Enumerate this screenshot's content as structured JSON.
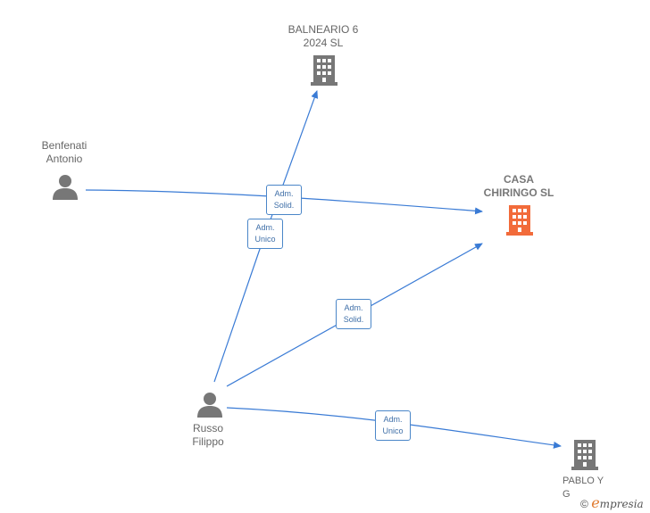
{
  "nodes": {
    "balneario": {
      "label": "BALNEARIO 6\n2024  SL",
      "type": "company",
      "color": "#777777"
    },
    "benfenati": {
      "label": "Benfenati\nAntonio",
      "type": "person",
      "color": "#777777"
    },
    "casa": {
      "label": "CASA\nCHIRINGO  SL",
      "type": "company",
      "color": "#f26b3a"
    },
    "russo": {
      "label": "Russo\nFilippo",
      "type": "person",
      "color": "#777777"
    },
    "pablo": {
      "label": "PABLO Y\nG",
      "type": "company",
      "color": "#777777"
    }
  },
  "edges": {
    "e1": {
      "label": "Adm.\nSolid.",
      "from": "Benfenati Antonio",
      "to": "CASA CHIRINGO SL"
    },
    "e2": {
      "label": "Adm.\nUnico",
      "from": "Russo Filippo",
      "to": "BALNEARIO 6 2024 SL"
    },
    "e3": {
      "label": "Adm.\nSolid.",
      "from": "Russo Filippo",
      "to": "CASA CHIRINGO SL"
    },
    "e4": {
      "label": "Adm.\nUnico",
      "from": "Russo Filippo",
      "to": "PABLO Y G"
    }
  },
  "edge_color": "#3a7bd5",
  "brand": {
    "copyright": "©",
    "e": "e",
    "rest": "mpresia"
  }
}
